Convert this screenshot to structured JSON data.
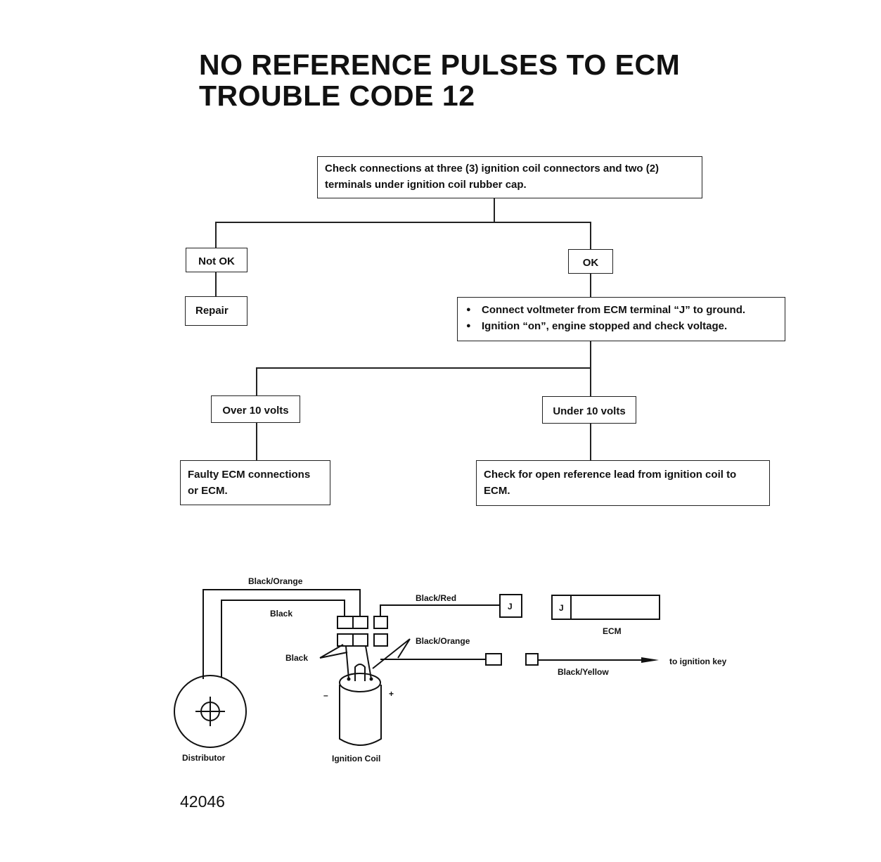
{
  "title": {
    "line1": "NO REFERENCE PULSES TO ECM",
    "line2": "TROUBLE CODE 12"
  },
  "flowchart": {
    "check_connections": "Check connections at three (3) ignition coil connectors and two (2) terminals under ignition coil rubber cap.",
    "not_ok": "Not OK",
    "ok": "OK",
    "repair": "Repair",
    "voltmeter_steps": [
      "Connect voltmeter from ECM terminal “J” to ground.",
      "Ignition “on”, engine stopped and check voltage."
    ],
    "over_10_volts": "Over 10 volts",
    "under_10_volts": "Under 10 volts",
    "faulty_ecm": "Faulty ECM connections or ECM.",
    "check_open_lead": "Check for open reference lead from ignition coil to ECM."
  },
  "wiring": {
    "black_orange_top": "Black/Orange",
    "black_upper": "Black",
    "black_red": "Black/Red",
    "black_orange_right": "Black/Orange",
    "black_lower": "Black",
    "black_yellow": "Black/Yellow",
    "to_ignition_key": "to ignition key",
    "terminal_j": "J",
    "ecm_terminal_j": "J",
    "ecm": "ECM",
    "distributor": "Distributor",
    "ignition_coil": "Ignition Coil",
    "minus": "–",
    "plus": "+"
  },
  "figure_number": "42046"
}
